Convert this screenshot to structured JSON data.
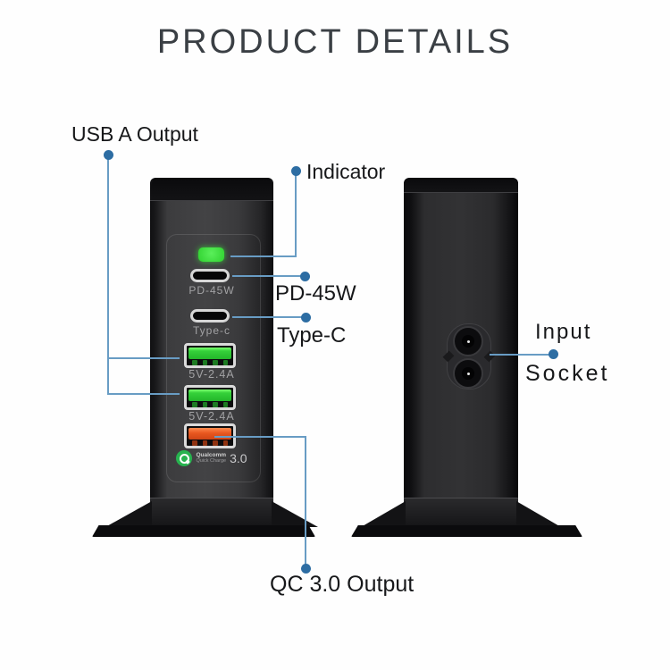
{
  "title": "PRODUCT DETAILS",
  "callouts": {
    "usb_a_output": "USB A Output",
    "indicator": "Indicator",
    "pd_45w": "PD-45W",
    "type_c": "Type-C",
    "qc_output": "QC 3.0 Output",
    "input_line1": "Input",
    "input_line2": "Socket"
  },
  "device_front": {
    "port1_label": "PD-45W",
    "port2_label": "Type-c",
    "usb1_label": "5V-2.4A",
    "usb2_label": "5V-2.4A",
    "brand_line1": "Qualcomm",
    "brand_line2": "Quick Charge",
    "brand_version": "3.0"
  },
  "colors": {
    "callout_line": "#689cc4",
    "callout_dot": "#2d6da3",
    "led_green": "#35d135",
    "usb_green": "#2ecb33",
    "qc_orange": "#e8571f",
    "body_dark": "#39393b"
  }
}
